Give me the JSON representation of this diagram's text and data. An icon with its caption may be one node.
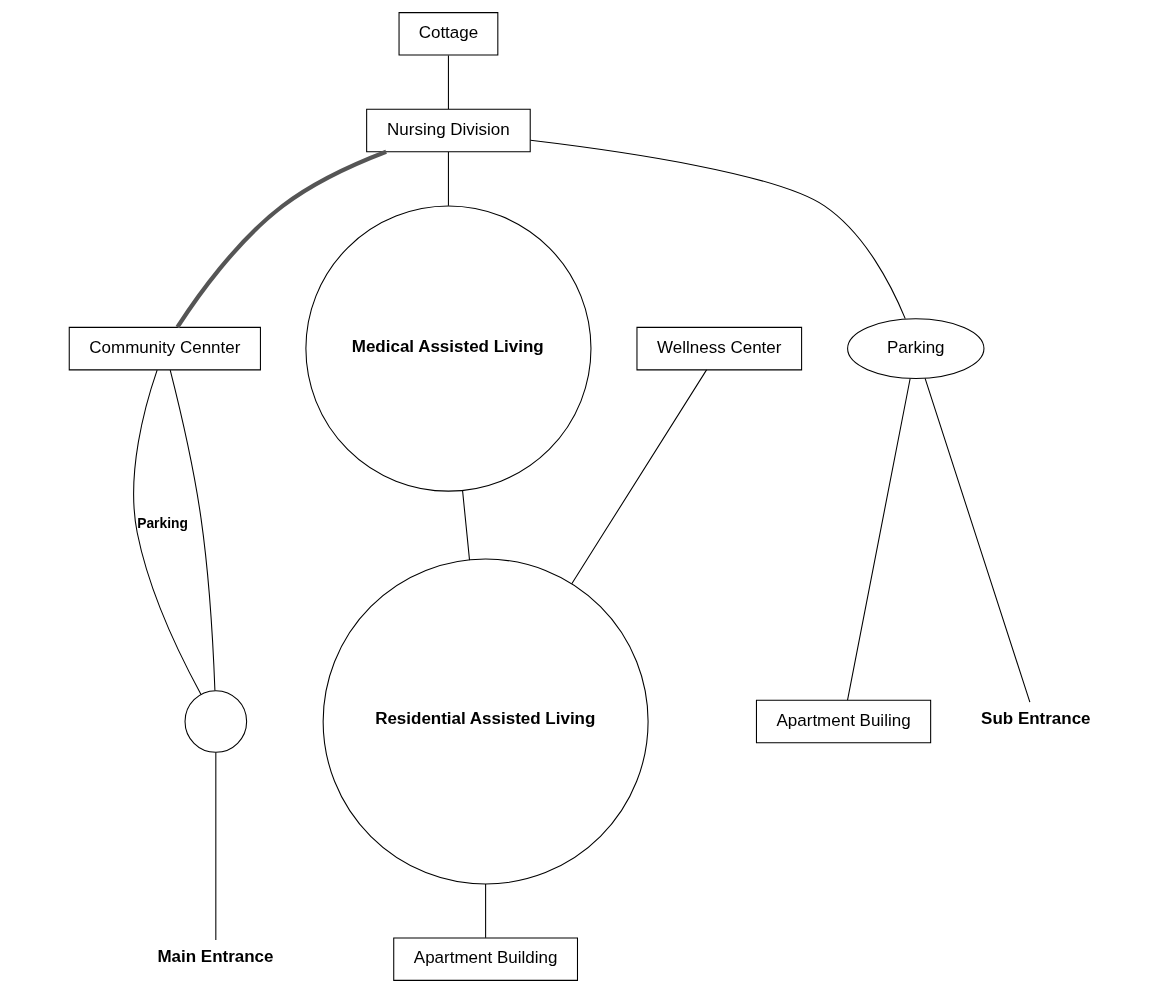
{
  "diagram": {
    "nodes": [
      {
        "text": [
          "Cottage"
        ]
      },
      {
        "text": [
          "Nursing Division"
        ]
      },
      {
        "text": [
          "Wellness Center"
        ]
      },
      {
        "text": [
          "Medical Assisted Living"
        ]
      },
      {
        "text": [
          "Residential Assisted Living"
        ]
      },
      {
        "text": [
          "Apartment Building"
        ]
      },
      {
        "text": [
          "Community Cennter"
        ]
      },
      {
        "text": [
          "Parking"
        ]
      },
      {
        "text": [
          "Apartment Builing"
        ]
      },
      {
        "text": [],
        "shape": "circle"
      },
      {
        "text": [
          "Sub Entrance"
        ]
      },
      {
        "text": [
          "Main Entrance"
        ]
      }
    ],
    "edges": [
      {
        "from": 0,
        "to": 1,
        "arrow": "none"
      },
      {
        "from": 1,
        "to": 6,
        "arrow": "none",
        "style": "thick"
      },
      {
        "from": 2,
        "to": 4,
        "arrow": "none"
      },
      {
        "from": 1,
        "to": 3,
        "arrow": "none"
      },
      {
        "from": 3,
        "to": 4,
        "arrow": "none"
      },
      {
        "from": 4,
        "to": 5,
        "arrow": "none"
      },
      {
        "from": 1,
        "to": 7,
        "arrow": "none"
      },
      {
        "from": 7,
        "to": 8,
        "arrow": "none"
      },
      {
        "from": 7,
        "to": 10,
        "arrow": "none"
      },
      {
        "from": 6,
        "to": 9,
        "arrow": "none"
      },
      {
        "from": 9,
        "to": 6,
        "arrow": "none",
        "label": "Parking"
      },
      {
        "from": 9,
        "to": 11,
        "arrow": "none"
      }
    ]
  }
}
